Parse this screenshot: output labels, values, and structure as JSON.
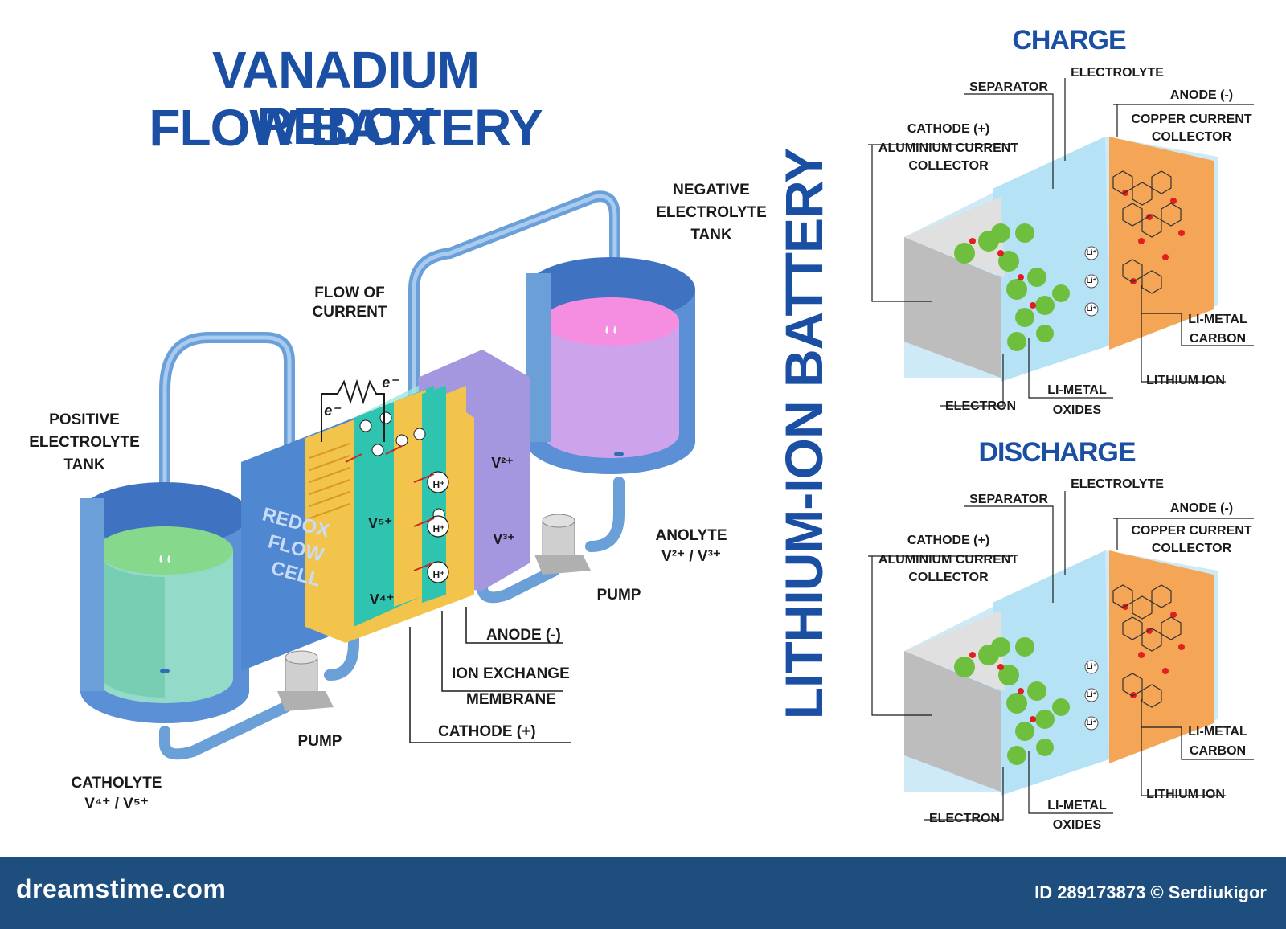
{
  "vrfb": {
    "title_line1": "VANADIUM REDOX",
    "title_line2": "FLOW BATTERY",
    "labels": {
      "negative_tank_1": "NEGATIVE",
      "negative_tank_2": "ELECTROLYTE",
      "negative_tank_3": "TANK",
      "flow_current_1": "FLOW OF",
      "flow_current_2": "CURRENT",
      "positive_tank_1": "POSITIVE",
      "positive_tank_2": "ELECTROLYTE",
      "positive_tank_3": "TANK",
      "anolyte": "ANOLYTE",
      "anolyte_ions": "V²⁺ / V³⁺",
      "pump_right": "PUMP",
      "pump_left": "PUMP",
      "anode": "ANODE (-)",
      "membrane_1": "ION EXCHANGE",
      "membrane_2": "MEMBRANE",
      "cathode": "CATHODE (+)",
      "catholyte": "CATHOLYTE",
      "catholyte_ions": "V⁴⁺ / V⁵⁺",
      "cell_text_1": "REDOX",
      "cell_text_2": "FLOW",
      "cell_text_3": "CELL",
      "v5": "V⁵⁺",
      "v4": "V⁴⁺",
      "v2": "V²⁺",
      "v3": "V³⁺",
      "electron": "e⁻",
      "electron_short": "e⁻",
      "proton": "H⁺"
    }
  },
  "liion": {
    "title": "LITHIUM-ION BATTERY",
    "panels": [
      {
        "heading": "CHARGE",
        "separator": "SEPARATOR",
        "electrolyte": "ELECTROLYTE",
        "anode": "ANODE (-)",
        "copper_1": "COPPER CURRENT",
        "copper_2": "COLLECTOR",
        "cathode": "CATHODE (+)",
        "aluminium_1": "ALUMINIUM CURRENT",
        "aluminium_2": "COLLECTOR",
        "limetal_carbon_1": "LI-METAL",
        "limetal_carbon_2": "CARBON",
        "lithium_ion": "LITHIUM ION",
        "electron": "ELECTRON",
        "limetal_oxides_1": "LI-METAL",
        "limetal_oxides_2": "OXIDES",
        "li_symbol": "Li⁺"
      },
      {
        "heading": "DISCHARGE",
        "separator": "SEPARATOR",
        "electrolyte": "ELECTROLYTE",
        "anode": "ANODE (-)",
        "copper_1": "COPPER CURRENT",
        "copper_2": "COLLECTOR",
        "cathode": "CATHODE (+)",
        "aluminium_1": "ALUMINIUM CURRENT",
        "aluminium_2": "COLLECTOR",
        "limetal_carbon_1": "LI-METAL",
        "limetal_carbon_2": "CARBON",
        "lithium_ion": "LITHIUM ION",
        "electron": "ELECTRON",
        "limetal_oxides_1": "LI-METAL",
        "limetal_oxides_2": "OXIDES",
        "li_symbol": "Li⁺"
      }
    ]
  },
  "footer": {
    "logo": "dreamstime.com",
    "id_text": "ID 289173873 © Serdiukigor"
  },
  "colors": {
    "title_blue": "#1a4fa3",
    "pipe_blue": "#6a9fd8",
    "tank_blue": "#5b8fd6",
    "catholyte_green": "#7fd98a",
    "anolyte_pink": "#f58ee0",
    "footer_bg": "#1d4e7e"
  }
}
